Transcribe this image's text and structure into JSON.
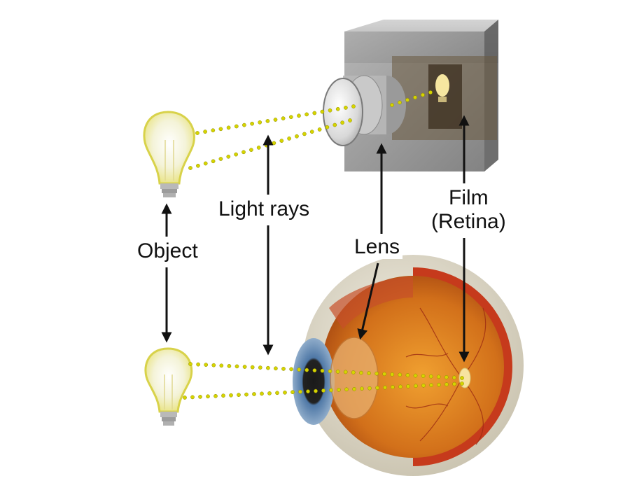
{
  "labels": {
    "object": "Object",
    "light_rays": "Light rays",
    "lens": "Lens",
    "film_line1": "Film",
    "film_line2": "(Retina)"
  },
  "colors": {
    "ray_dots": "#d6d400",
    "bulb_glow": "#f4f2a0",
    "camera_body": "#8a8a8a",
    "eye_sclera": "#d9d4c2",
    "eye_interior": "#d97a1a",
    "eye_muscle": "#c63a1c",
    "iris": "#5c7fa8",
    "arrow": "#111111"
  },
  "icons": [
    "light-bulb-icon",
    "camera-icon",
    "eye-cross-section-icon"
  ]
}
